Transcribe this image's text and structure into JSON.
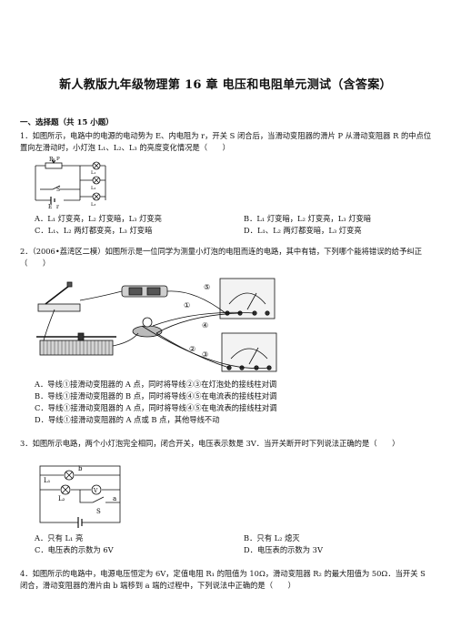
{
  "title": "新人教版九年级物理第 16 章 电压和电阻单元测试（含答案）",
  "section": "一、选择题（共 15 小题）",
  "q1": {
    "text": "1．如图所示，电路中的电源的电动势为 E、内电阻为 r，开关 S 闭合后，当滑动变阻器的滑片 P 从滑动变阻器 R 的中点位置向左滑动时，小灯泡 L₁、L₂、L₃ 的亮度变化情况是（　　）",
    "options": [
      "A．L₁ 灯变亮，L₂ 灯变暗，L₃ 灯变亮",
      "B．L₁ 灯变暗，L₂ 灯变亮，L₃ 灯变暗",
      "C．L₁、L₂ 两灯都变亮，L₃ 灯变暗",
      "D．L₁、L₂ 两灯都变暗，L₃ 灯变亮"
    ],
    "fig_labels": {
      "R": "R",
      "P": "P",
      "L1": "L₁",
      "L2": "L₂",
      "L3": "L₃",
      "S": "S",
      "E": "E",
      "r": "r"
    }
  },
  "q2": {
    "text": "2．（2006•荔湾区二模）如图所示是一位同学为测量小灯泡的电阻而连的电路，其中有错，下列哪个能将错误的给予纠正（　　）",
    "options": [
      "A．导线①接滑动变阻器的 A 点，同时将导线②③在灯泡处的接线柱对调",
      "B．导线①接滑动变阻器的 B 点，同时将导线④⑤在电流表的接线柱对调",
      "C．导线①接滑动变阻器的 A 点，同时将导线④⑤在电流表的接线柱对调",
      "D．导线①接滑动变阻器的 A 点或 B 点，其他导线不动"
    ],
    "fig_labels": {
      "w1": "①",
      "w2": "②",
      "w3": "③",
      "w4": "④",
      "w5": "⑤"
    }
  },
  "q3": {
    "text": "3．如图所示电路，两个小灯泡完全相同，闭合开关，电压表示数是 3V．当开关断开时下列说法正确的是（　　）",
    "options": [
      "A．只有 L₁ 亮",
      "B．只有 L₂ 熄灭",
      "C．电压表的示数为 6V",
      "D．电压表的示数为 3V"
    ],
    "fig_labels": {
      "b": "b",
      "a": "a",
      "L1": "L₁",
      "L2": "L₂",
      "V": "V",
      "S": "S"
    }
  },
  "q4": {
    "text": "4．如图所示的电路中，电源电压恒定为 6V，定值电阻 R₁ 的阻值为 10Ω，滑动变阻器 R₂ 的最大阻值为 50Ω．当开关 S 闭合，滑动变阻器的滑片由 b 端移到 a 端的过程中，下列说法中正确的是（　　）"
  }
}
